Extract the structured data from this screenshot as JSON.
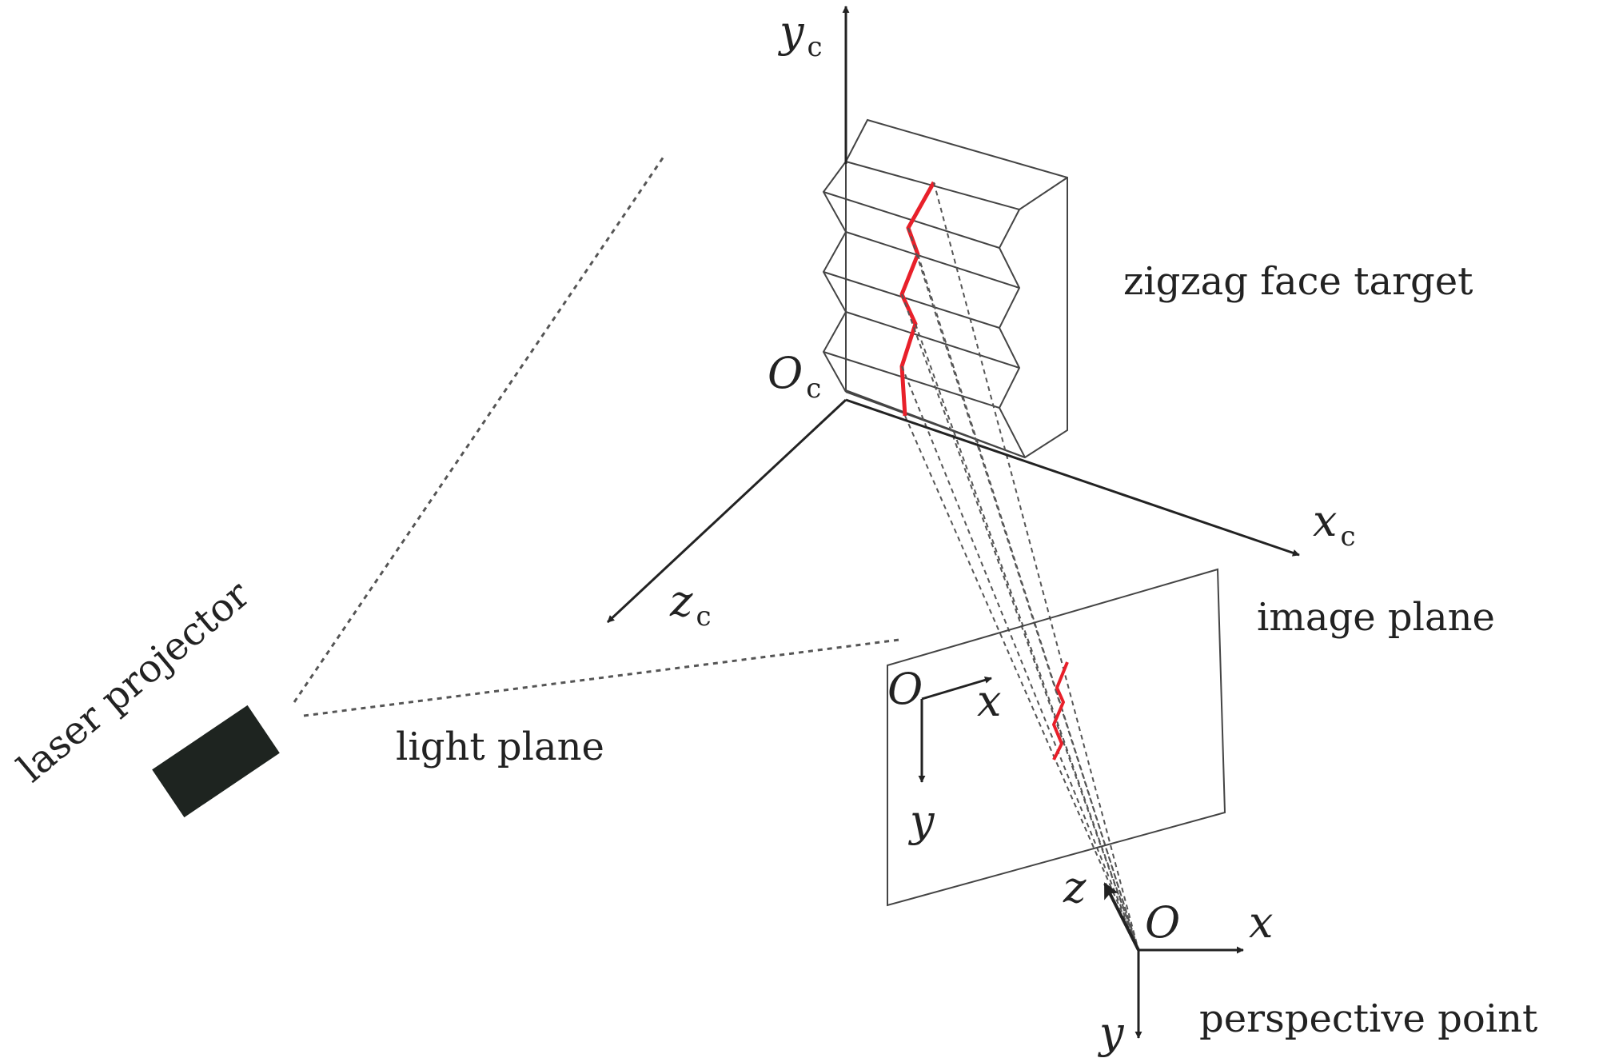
{
  "labels": {
    "laser_projector": "laser projector",
    "light_plane": "light plane",
    "zigzag_face_target": "zigzag face target",
    "image_plane": "image plane",
    "perspective_point": "perspective point"
  },
  "axes": {
    "camera": {
      "y": "y",
      "x": "x",
      "z": "z",
      "origin": "O",
      "subscript": "c"
    },
    "image": {
      "origin": "O",
      "x": "x",
      "y": "y"
    },
    "perspective": {
      "origin": "O",
      "x": "x",
      "y": "y",
      "z": "z"
    }
  },
  "colors": {
    "line": "#222222",
    "laser": "#e8202a",
    "projector": "#1e2420"
  }
}
